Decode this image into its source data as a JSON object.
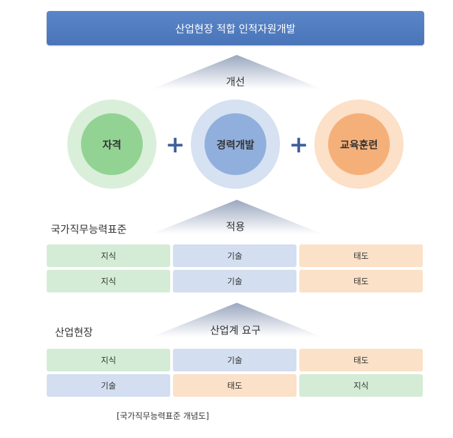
{
  "banner": {
    "title": "산업현장 적합 인적자원개발"
  },
  "section1": {
    "triangle_label": "개선",
    "circles": [
      "자격",
      "경력개발",
      "교육훈련"
    ],
    "plus": "+"
  },
  "section2": {
    "side_label": "국가직무능력표준",
    "triangle_label": "적용",
    "rows": [
      [
        "지식",
        "기술",
        "태도"
      ],
      [
        "지식",
        "기술",
        "태도"
      ]
    ]
  },
  "section3": {
    "side_label": "산업현장",
    "triangle_label": "산업계 요구",
    "rows": [
      [
        "지식",
        "기술",
        "태도"
      ],
      [
        "기술",
        "태도",
        "지식"
      ]
    ]
  },
  "caption": "[국가직무능력표준 개념도]",
  "colors": {
    "banner": "#4a74b8",
    "green": "#d4ecd5",
    "blue": "#d3dff0",
    "orange": "#fbe1c8",
    "plus": "#3f5f9a"
  }
}
